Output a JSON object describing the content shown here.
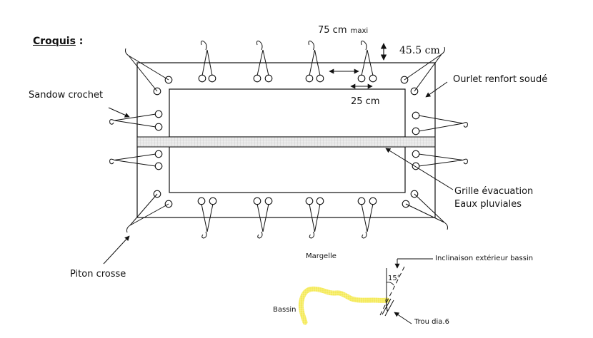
{
  "title": "Croquis",
  "title_suffix": " :",
  "dimensions": {
    "max_spacing_value": "75 cm",
    "max_spacing_qualifier": "maxi",
    "edge_distance": "45.5 cm",
    "eyelet_spacing": "25 cm"
  },
  "labels": {
    "sandow": "Sandow crochet",
    "ourlet": "Ourlet renfort soudé",
    "grille_line1": "Grille évacuation",
    "grille_line2": "Eaux pluviales",
    "piton": "Piton crosse"
  },
  "detail": {
    "margelle": "Margelle",
    "bassin": "Bassin",
    "inclinaison": "Inclinaison extérieur bassin",
    "angle": "15°",
    "trou": "Trou dia.6"
  },
  "colors": {
    "ink": "#111111",
    "grille_fill": "#d8d8d8",
    "margelle": "#f2e64a"
  }
}
